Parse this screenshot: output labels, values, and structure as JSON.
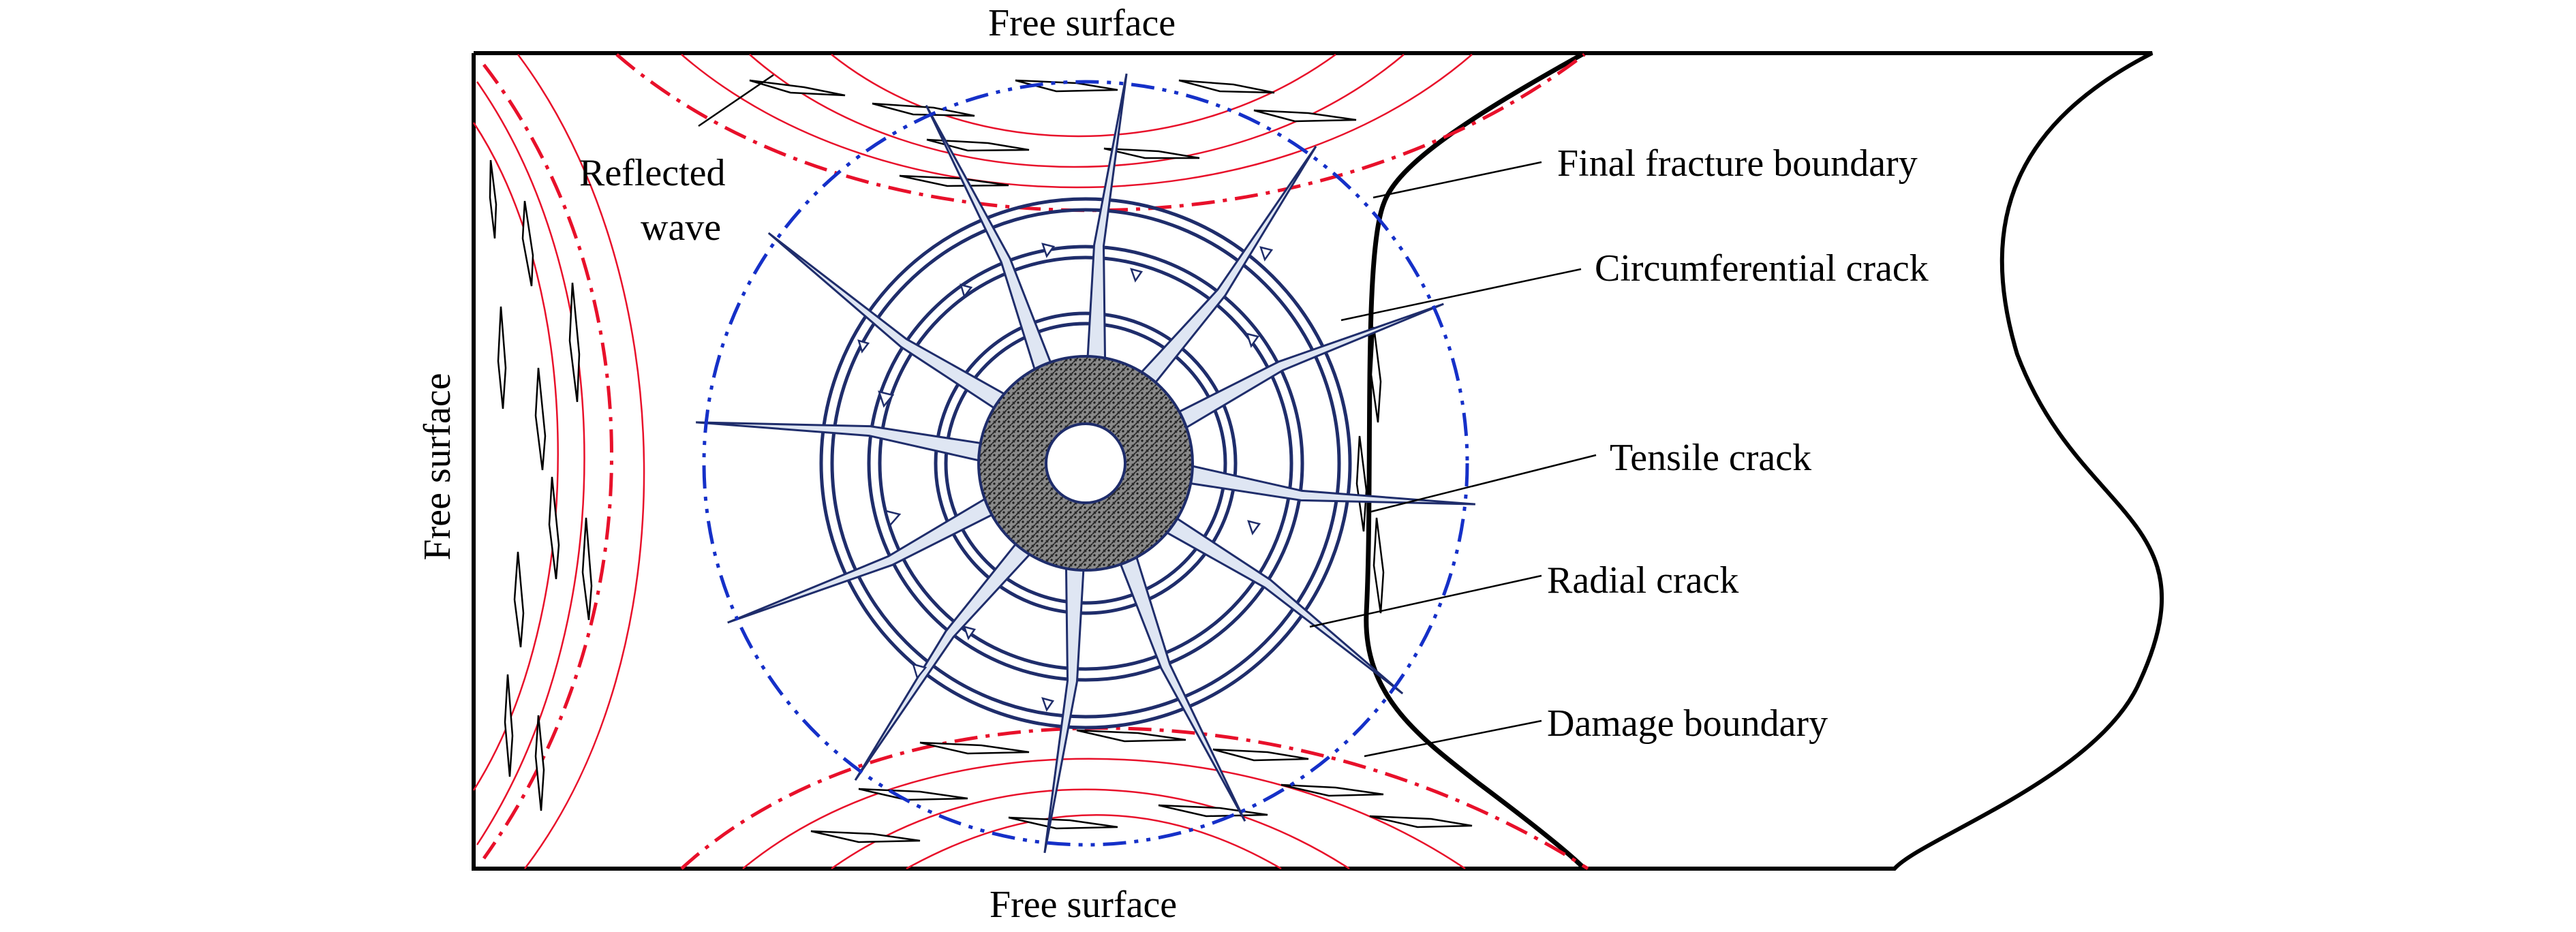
{
  "labels": {
    "free_surface_top": "Free surface",
    "free_surface_bottom": "Free surface",
    "free_surface_left": "Free surface",
    "reflected_wave_line1": "Reflected",
    "reflected_wave_line2": "wave",
    "final_fracture_boundary": "Final fracture boundary",
    "circumferential_crack": "Circumferential crack",
    "tensile_crack": "Tensile crack",
    "radial_crack": "Radial crack",
    "damage_boundary": "Damage boundary"
  },
  "colors": {
    "outline": "#000000",
    "reflected_wave": "#e8102a",
    "damage_boundary": "#1530c8",
    "crack_fill": "#dfe6f3",
    "crack_stroke": "#1f2d6b"
  },
  "radial_crack_angles_deg": [
    0,
    30,
    60,
    90,
    120,
    150,
    180,
    210,
    240,
    270,
    300,
    330
  ]
}
